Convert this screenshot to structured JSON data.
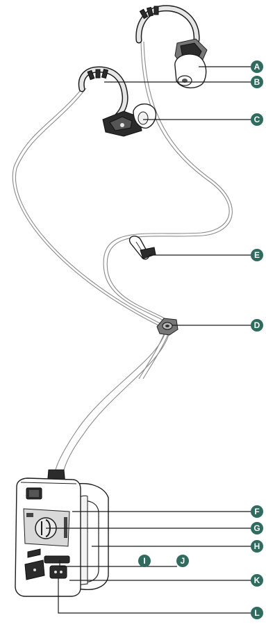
{
  "accent_color": "#2f6b5f",
  "callouts": [
    {
      "id": "a",
      "label": "A"
    },
    {
      "id": "b",
      "label": "B"
    },
    {
      "id": "c",
      "label": "C"
    },
    {
      "id": "d",
      "label": "D"
    },
    {
      "id": "e",
      "label": "E"
    },
    {
      "id": "f",
      "label": "F"
    },
    {
      "id": "g",
      "label": "G"
    },
    {
      "id": "h",
      "label": "H"
    },
    {
      "id": "i",
      "label": "I"
    },
    {
      "id": "j",
      "label": "J"
    },
    {
      "id": "k",
      "label": "K"
    },
    {
      "id": "l",
      "label": "L"
    }
  ]
}
